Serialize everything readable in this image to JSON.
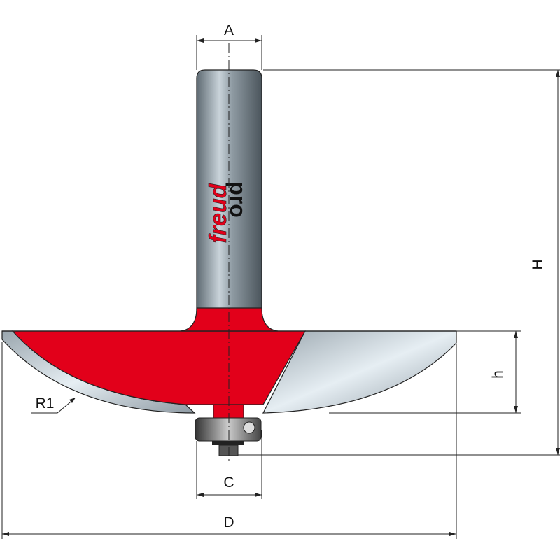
{
  "title": "Router bit dimension diagram",
  "labels": {
    "A": "A",
    "H": "H",
    "h": "h",
    "C": "C",
    "D": "D",
    "R1": "R1"
  },
  "logo": {
    "brand": "freud",
    "line": "pro"
  },
  "colors": {
    "body": "#e2001a",
    "steel": "#b9c4cc",
    "outline": "#222222"
  }
}
